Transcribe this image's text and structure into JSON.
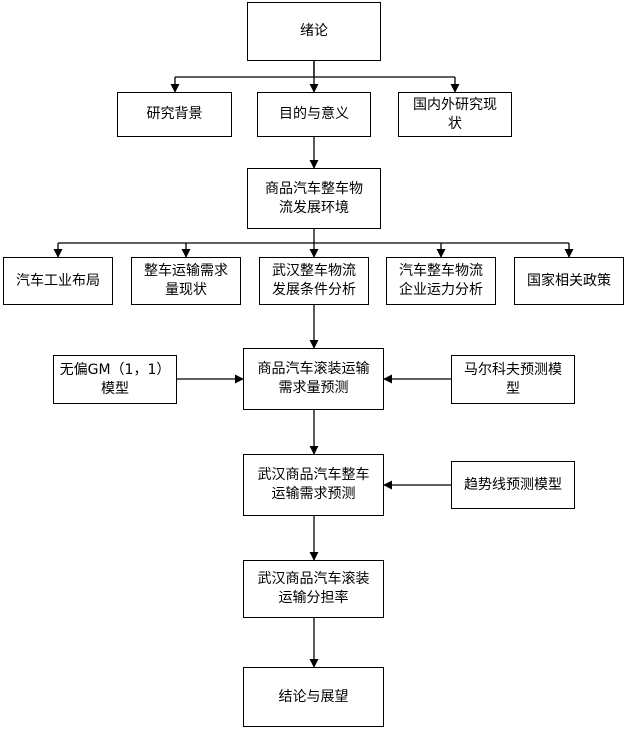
{
  "diagram": {
    "nodes": {
      "intro": "绪论",
      "background": "研究背景",
      "purpose": "目的与意义",
      "domestic_foreign": "国内外研究现\n状",
      "env": "商品汽车整车物\n流发展环境",
      "industry_layout": "汽车工业布局",
      "demand_status": "整车运输需求\n量现状",
      "wuhan_conditions": "武汉整车物流\n发展条件分析",
      "capacity_analysis": "汽车整车物流\n企业运力分析",
      "policy": "国家相关政策",
      "gm_model": "无偏GM（1，1）\n模型",
      "roro_forecast": "商品汽车滚装运输\n需求量预测",
      "markov_model": "马尔科夫预测模\n型",
      "wuhan_demand": "武汉商品汽车整车\n运输需求预测",
      "trend_model": "趋势线预测模型",
      "wuhan_share": "武汉商品汽车滚装\n运输分担率",
      "conclusion": "结论与展望"
    }
  }
}
